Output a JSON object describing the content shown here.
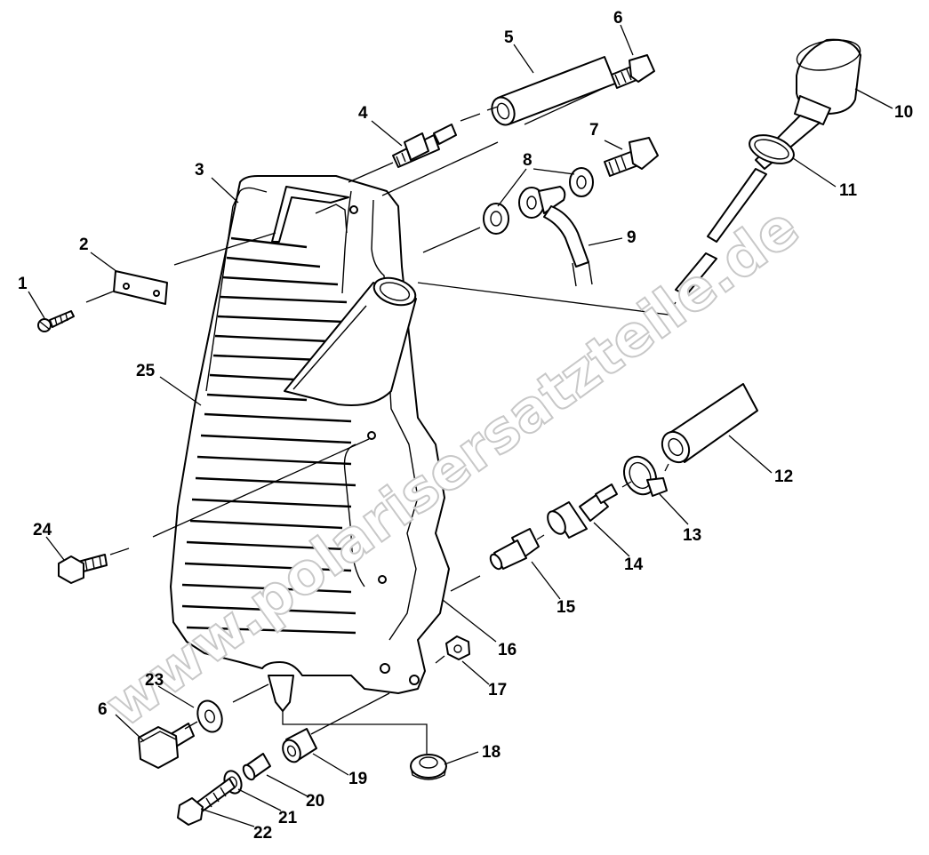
{
  "diagram": {
    "watermark": "www.polarisersatzteile.de",
    "callouts": [
      "1",
      "2",
      "3",
      "4",
      "5",
      "6",
      "7",
      "8",
      "9",
      "10",
      "11",
      "12",
      "13",
      "14",
      "15",
      "16",
      "17",
      "18",
      "19",
      "20",
      "21",
      "22",
      "23",
      "6",
      "24",
      "25"
    ]
  }
}
